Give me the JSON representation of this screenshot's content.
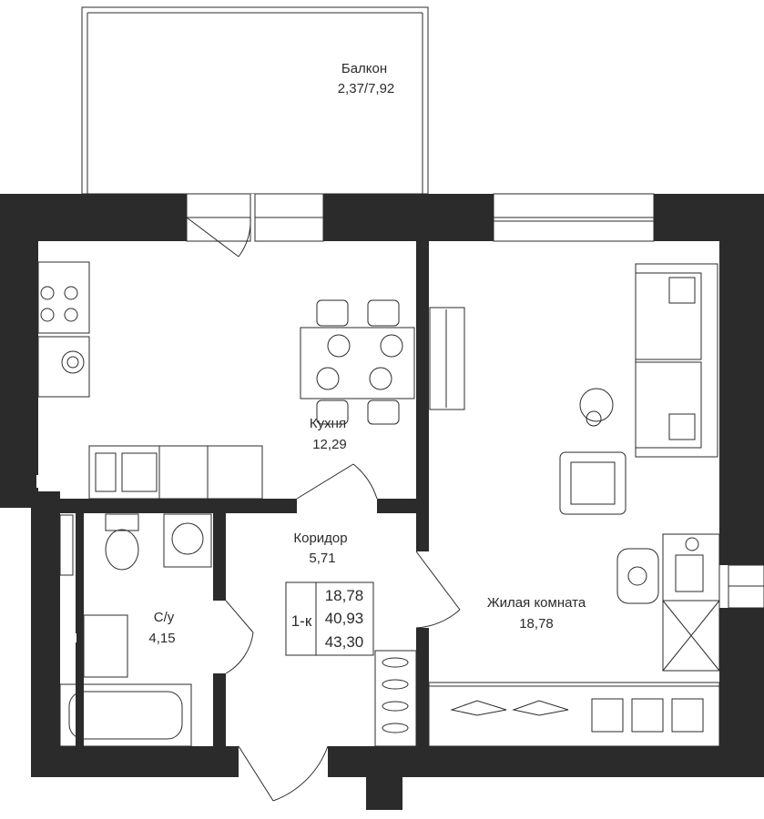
{
  "rooms": {
    "balcony": {
      "name": "Балкон",
      "area": "2,37/7,92"
    },
    "kitchen": {
      "name": "Кухня",
      "area": "12,29"
    },
    "corridor": {
      "name": "Коридор",
      "area": "5,71"
    },
    "bathroom": {
      "name": "С/у",
      "area": "4,15"
    },
    "living": {
      "name": "Жилая комната",
      "area": "18,78"
    }
  },
  "summary": {
    "type": "1-к",
    "living_area": "18,78",
    "total_area": "40,93",
    "total_area_with_balcony": "43,30"
  },
  "colors": {
    "wall": "#2b2b2b",
    "line": "#2b2b2b",
    "background": "#ffffff"
  }
}
